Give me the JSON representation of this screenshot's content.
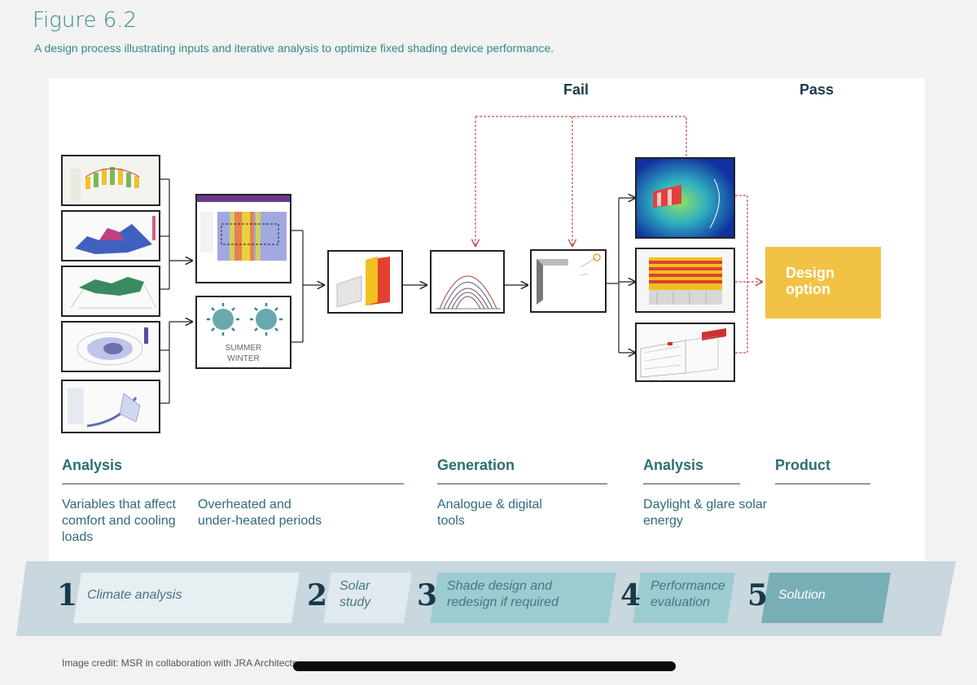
{
  "figure": {
    "title": "Figure 6.2",
    "caption": "A design process illustrating inputs and iterative analysis to optimize fixed shading device performance."
  },
  "diagram": {
    "fail_label": "Fail",
    "pass_label": "Pass",
    "summer_winter_line1": "SUMMER",
    "summer_winter_line2": "WINTER",
    "design_option_line1": "Design",
    "design_option_line2": "option",
    "colors": {
      "accent": "#2f8a88",
      "dark": "#1e3a4c",
      "option": "#f2c244",
      "fail_arrow": "#c0504d"
    }
  },
  "columns": {
    "analysis": {
      "heading": "Analysis",
      "text1": [
        "Variables that affect",
        "comfort and cooling",
        "loads"
      ],
      "text2": [
        "Overheated and",
        "under-heated periods"
      ]
    },
    "generation": {
      "heading": "Generation",
      "text": [
        "Analogue & digital",
        "tools"
      ]
    },
    "analysis2": {
      "heading": "Analysis",
      "text": [
        "Daylight & glare solar",
        "energy"
      ]
    },
    "product": {
      "heading": "Product"
    }
  },
  "steps": [
    {
      "num": "1",
      "label": [
        "Climate analysis"
      ]
    },
    {
      "num": "2",
      "label": [
        "Solar",
        "study"
      ]
    },
    {
      "num": "3",
      "label": [
        "Shade design and",
        "redesign if required"
      ]
    },
    {
      "num": "4",
      "label": [
        "Performance",
        "evaluation"
      ]
    },
    {
      "num": "5",
      "label": [
        "Solution"
      ]
    }
  ],
  "credit": "Image credit: MSR in collaboration with JRA Architects"
}
